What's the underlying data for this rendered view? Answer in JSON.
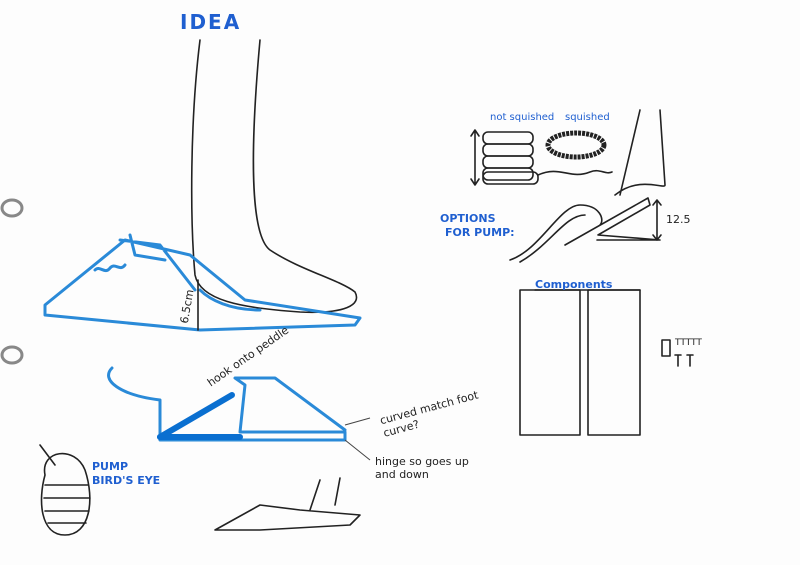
{
  "title": "IDEA",
  "labels": {
    "height_main": "6.5cm",
    "hook": "hook onto peddle",
    "curved": "curved match foot curve?",
    "hinge": "hinge so goes up and down",
    "pump_birds_eye_1": "PUMP",
    "pump_birds_eye_2": "BIRD'S EYE",
    "not_squished": "not squished",
    "squished": "squished",
    "options_1": "OPTIONS",
    "options_2": "FOR PUMP:",
    "height_option": "12.5",
    "components": "Components",
    "component_marks": "TTTTT"
  },
  "colors": {
    "accent": "#2a8ad8",
    "text_blue": "#1f5fd0",
    "ink": "#222222"
  }
}
